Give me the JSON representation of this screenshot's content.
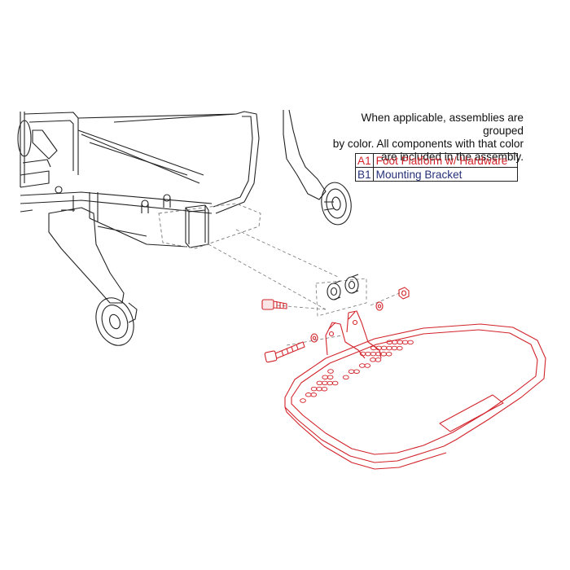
{
  "note": {
    "lines": [
      "When applicable, assemblies are grouped",
      "by color. All components with that color",
      "are included in the assembly."
    ]
  },
  "legend": [
    {
      "code": "A1",
      "label": "Foot Platform w/ Hardware",
      "color": "#d2232a"
    },
    {
      "code": "B1",
      "label": "Mounting Bracket",
      "color": "#26307a"
    }
  ],
  "colors": {
    "frame": "#222222",
    "assembly_a1": "#d2232a",
    "assembly_b1": "#26307a",
    "leader": "#777777"
  }
}
